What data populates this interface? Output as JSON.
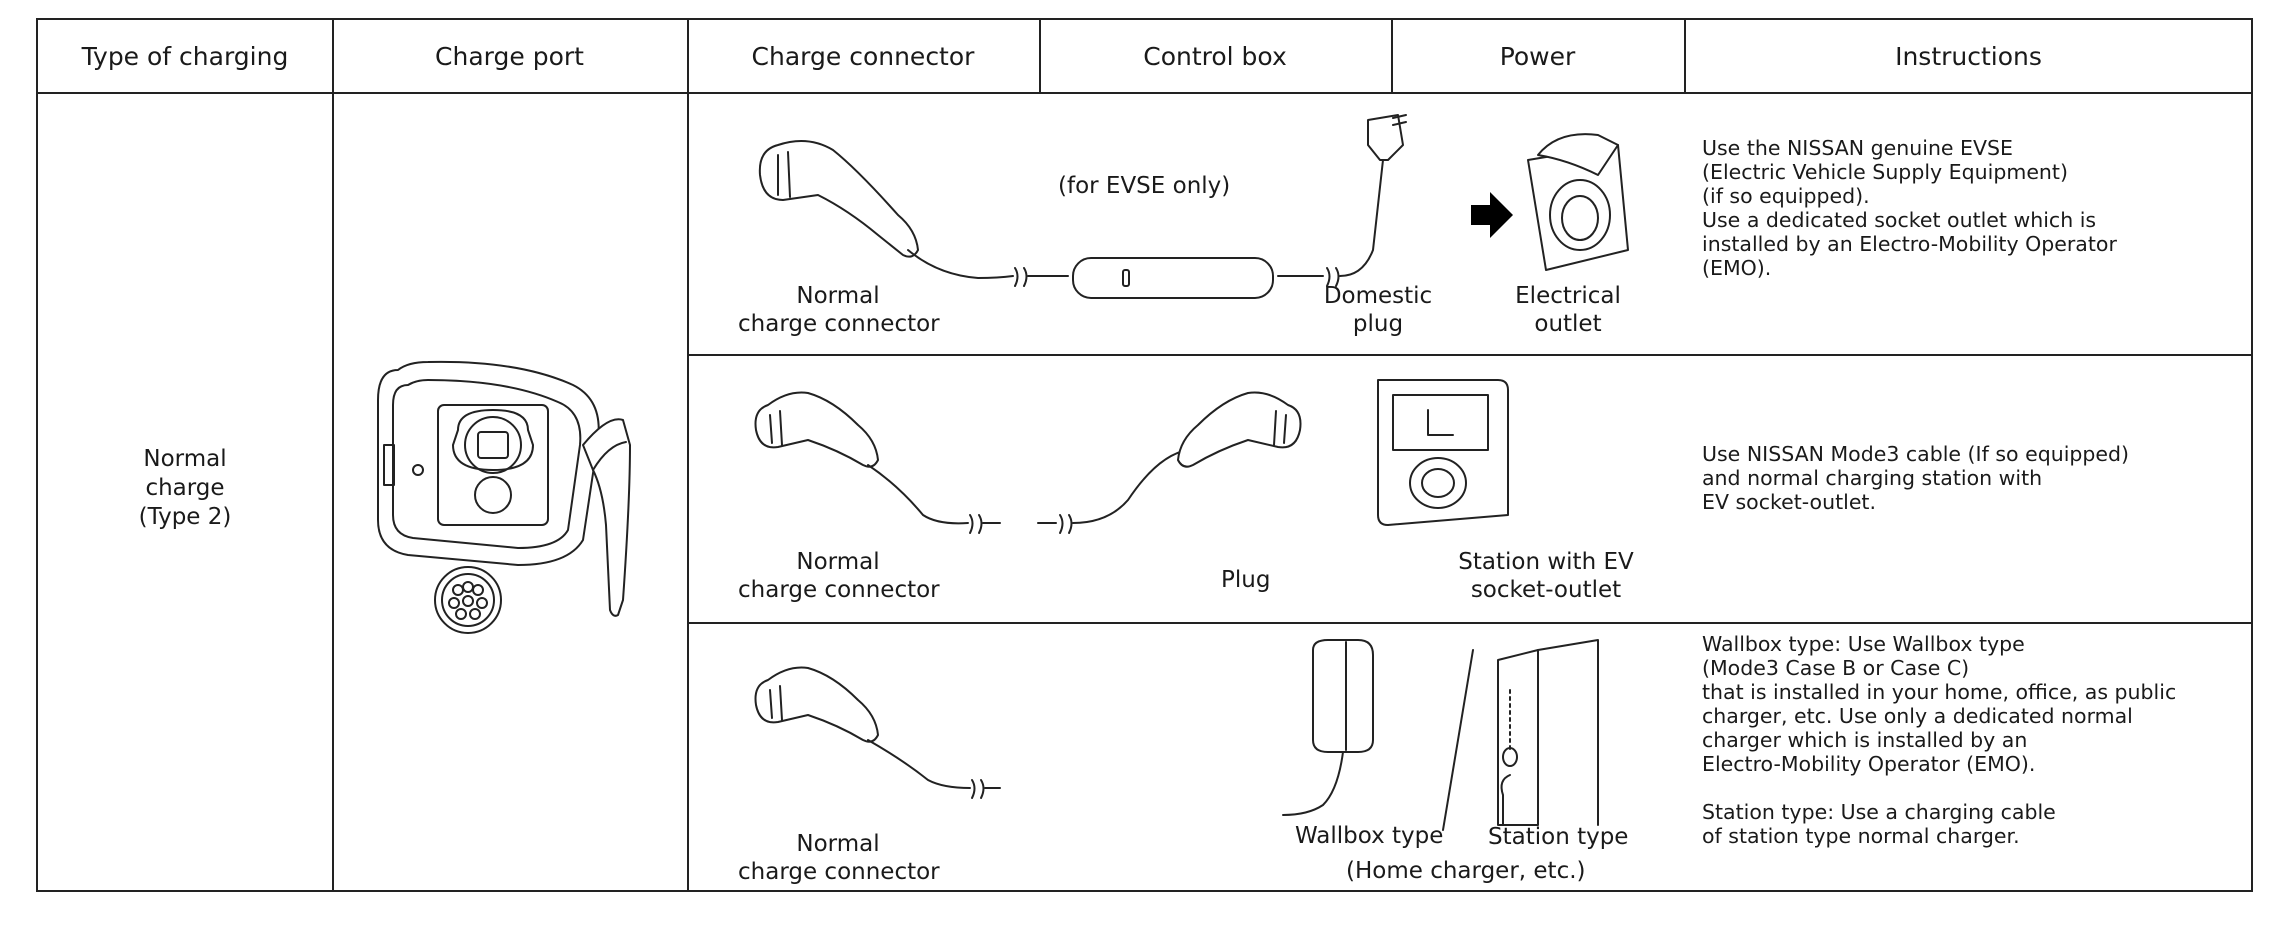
{
  "headers": {
    "type": "Type of charging",
    "port": "Charge port",
    "connector": "Charge connector",
    "control": "Control box",
    "power": "Power",
    "instructions": "Instructions"
  },
  "type_cell": {
    "line1": "Normal",
    "line2": "charge",
    "line3": "(Type 2)"
  },
  "row1": {
    "evse_note": "(for EVSE only)",
    "connector_l1": "Normal",
    "connector_l2": "charge connector",
    "plug_l1": "Domestic",
    "plug_l2": "plug",
    "outlet_l1": "Electrical",
    "outlet_l2": "outlet",
    "instructions": [
      "Use the NISSAN genuine EVSE",
      "(Electric Vehicle Supply Equipment)",
      "(if so equipped).",
      "Use a dedicated socket outlet which is",
      "installed by an Electro-Mobility Operator",
      "(EMO)."
    ]
  },
  "row2": {
    "connector_l1": "Normal",
    "connector_l2": "charge connector",
    "plug": "Plug",
    "station_l1": "Station with EV",
    "station_l2": "socket-outlet",
    "instructions": [
      "Use NISSAN Mode3 cable (If so equipped)",
      "and normal charging station with",
      "EV socket-outlet."
    ]
  },
  "row3": {
    "connector_l1": "Normal",
    "connector_l2": "charge connector",
    "wallbox": "Wallbox type",
    "station": "Station type",
    "home": "(Home charger, etc.)",
    "instructions": [
      "Wallbox type: Use Wallbox type",
      "(Mode3 Case B or Case C)",
      "that is installed in your home, office, as public",
      "charger, etc. Use only a dedicated normal",
      "charger which is installed by an",
      "Electro-Mobility Operator (EMO).",
      "",
      "Station type: Use a charging cable",
      "of station type normal charger."
    ]
  }
}
